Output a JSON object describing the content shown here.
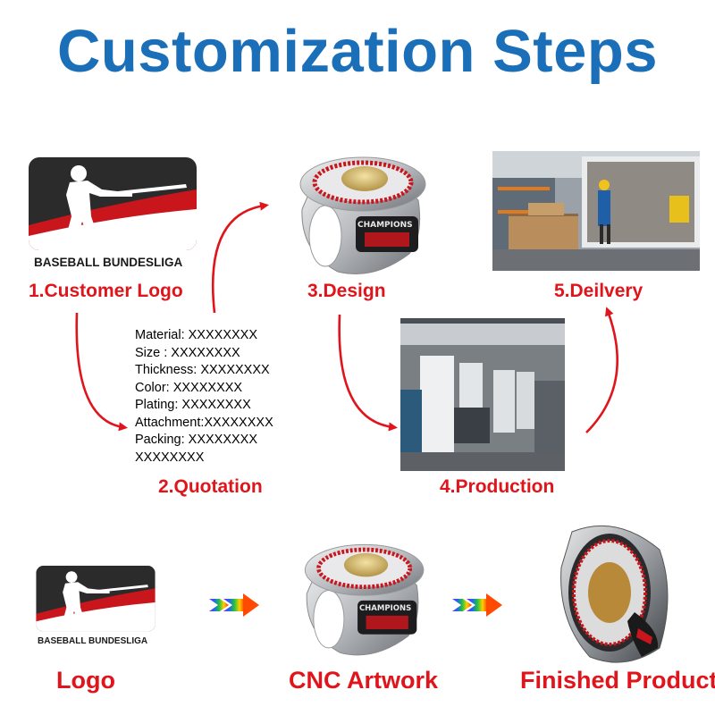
{
  "title": "Customization Steps",
  "logo": {
    "brand_text": "BASEBALL BUNDESLIGA"
  },
  "steps": [
    {
      "label": "1.Customer Logo"
    },
    {
      "label": "2.Quotation"
    },
    {
      "label": "3.Design"
    },
    {
      "label": "4.Production"
    },
    {
      "label": "5.Deilvery"
    }
  ],
  "quotation_lines": [
    "Material: XXXXXXXX",
    "Size : XXXXXXXX",
    "Thickness: XXXXXXXX",
    "Color: XXXXXXXX",
    "Plating: XXXXXXXX",
    "Attachment:XXXXXXXX",
    "Packing: XXXXXXXX",
    "XXXXXXXX"
  ],
  "ring_text": "CHAMPIONS",
  "bottom": {
    "logo_label": "Logo",
    "artwork_label": "CNC Artwork",
    "product_label": "Finished Product"
  },
  "colors": {
    "title": "#1a6fb8",
    "label_red": "#e0141b",
    "arrow_red": "#e0141b"
  }
}
